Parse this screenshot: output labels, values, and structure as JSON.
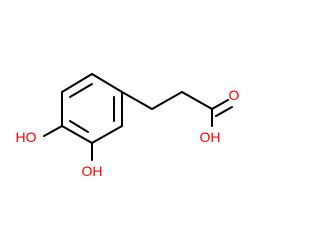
{
  "molecule": {
    "labels": {
      "oh_ring_left": "HO",
      "oh_ring_bottom": "OH",
      "carbonyl_oxygen": "O",
      "acid_oh": "OH"
    },
    "colors": {
      "bond": "#000000",
      "oxygen": "#ff0000"
    }
  }
}
